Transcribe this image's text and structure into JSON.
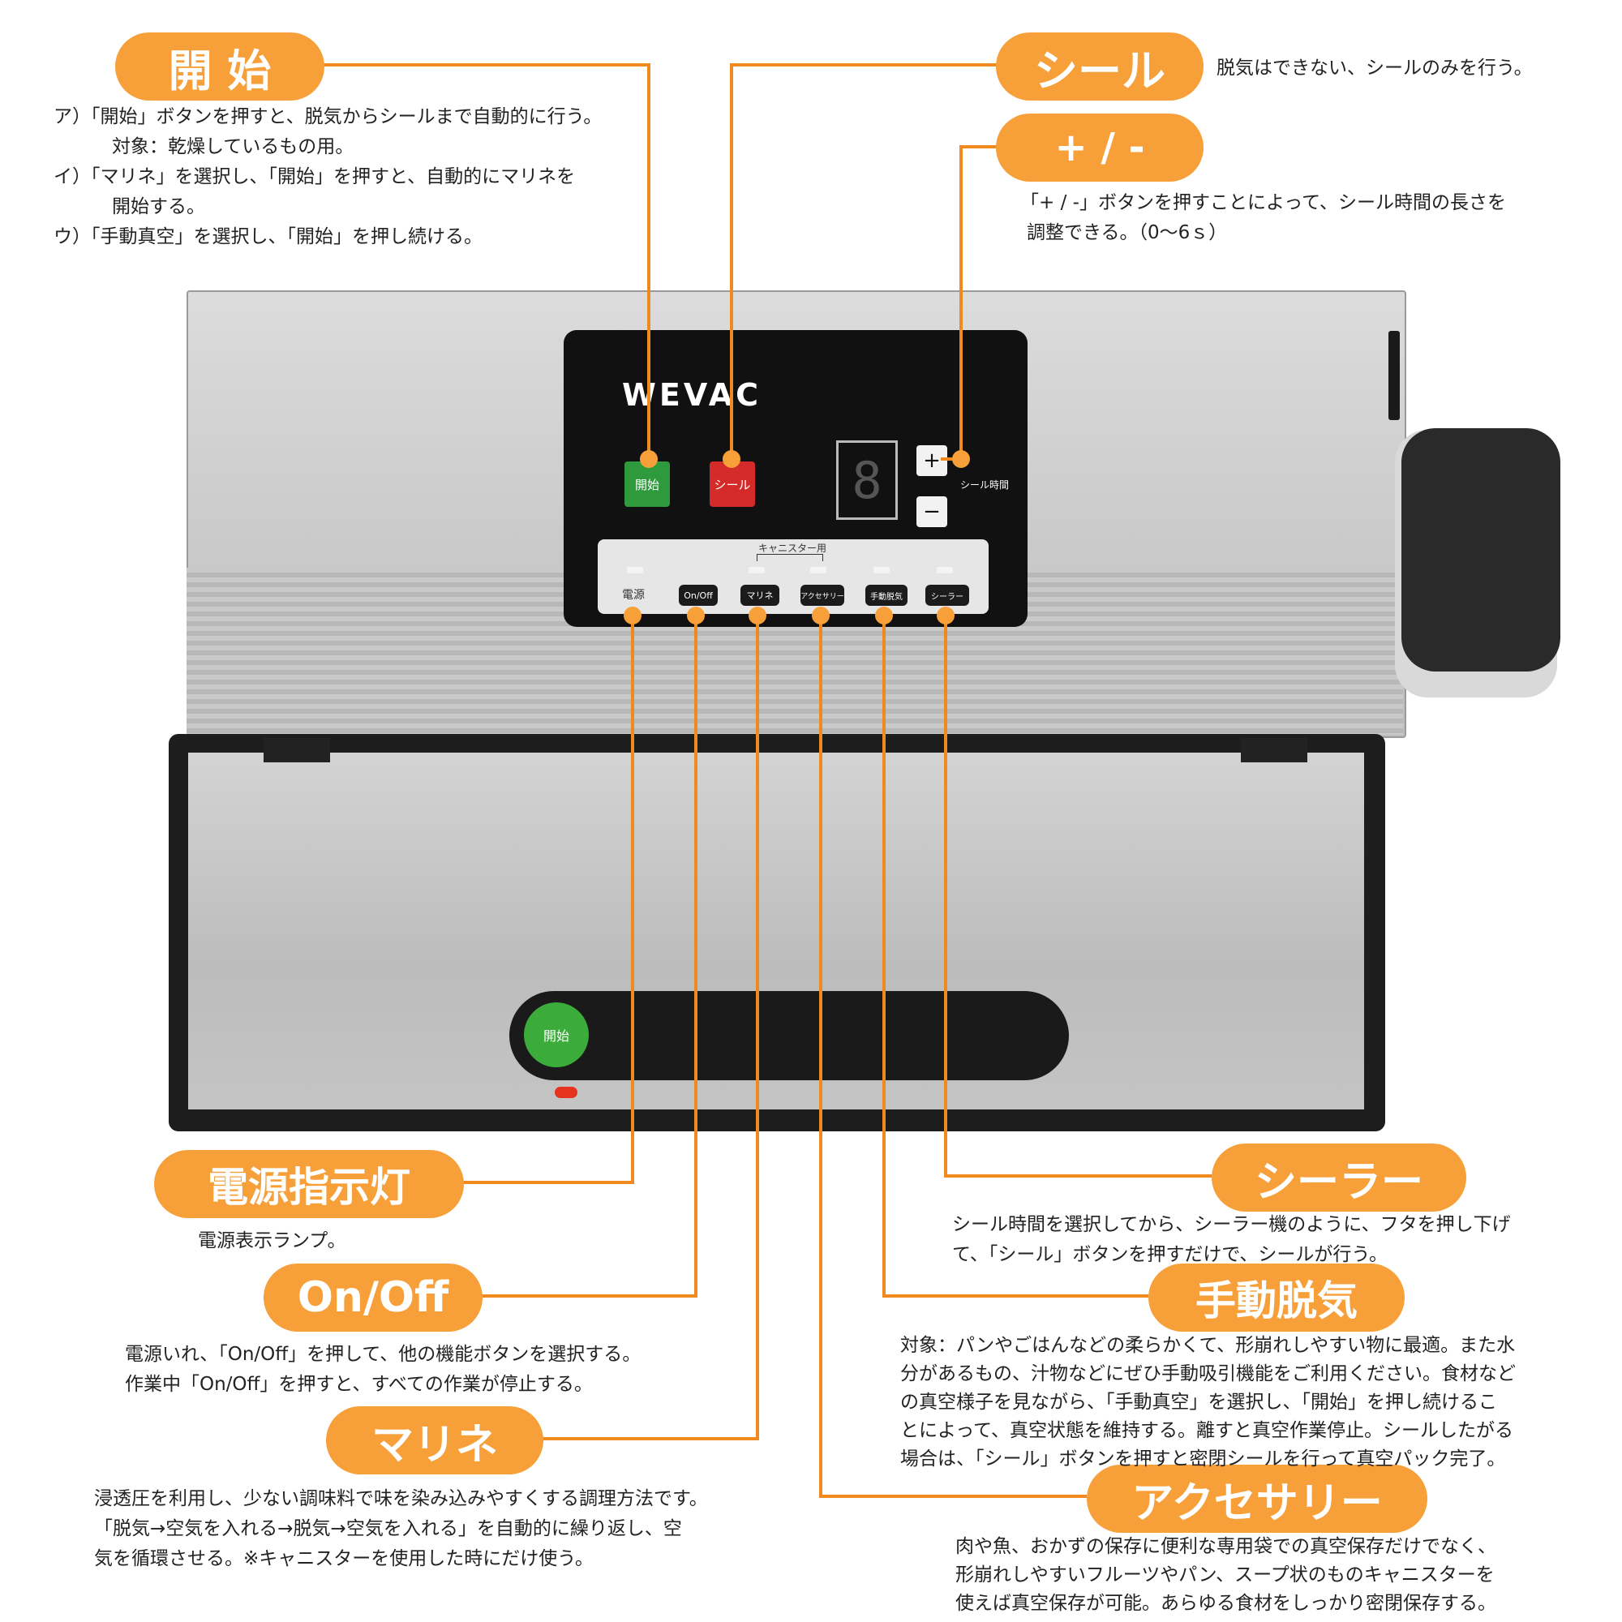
{
  "colors": {
    "accent": "#f7a03a",
    "start_button": "#2f9a3c",
    "seal_button": "#d42a2a",
    "panel": "#111111"
  },
  "labels": {
    "start": "開 始",
    "seal": "シール",
    "plus_minus": "+ / -",
    "power_lamp": "電源指示灯",
    "on_off": "On/Off",
    "marine": "マリネ",
    "sealer": "シーラー",
    "manual": "手動脱気",
    "accessory": "アクセサリー"
  },
  "descriptions": {
    "start": [
      "ア）「開始」ボタンを押すと、脱気からシールまで自動的に行う。",
      "対象：乾燥しているもの用。",
      "イ）「マリネ」を選択し、「開始」を押すと、自動的にマリネを",
      "開始する。",
      "ウ）「手動真空」を選択し、「開始」を押し続ける。"
    ],
    "seal": "脱気はできない、シールのみを行う。",
    "plus_minus": [
      "「+ / -」ボタンを押すことによって、シール時間の長さを",
      "調整できる。（0～6ｓ）"
    ],
    "power_lamp": "電源表示ランプ。",
    "on_off": [
      "電源いれ、「On/Off」を押して、他の機能ボタンを選択する。",
      "作業中「On/Off」を押すと、すべての作業が停止する。"
    ],
    "marine": [
      "浸透圧を利用し、少ない調味料で味を染み込みやすくする調理方法です。",
      "「脱気→空気を入れる→脱気→空気を入れる」を自動的に繰り返し、空",
      "気を循環させる。※キャニスターを使用した時にだけ使う。"
    ],
    "sealer": [
      "シール時間を選択してから、シーラー機のように、フタを押し下げ",
      "て、「シール」ボタンを押すだけで、シールが行う。"
    ],
    "manual": [
      "対象：パンやごはんなどの柔らかくて、形崩れしやすい物に最適。また水",
      "分があるもの、汁物などにぜひ手動吸引機能をご利用ください。食材など",
      "の真空様子を見ながら、「手動真空」を選択し、「開始」を押し続けるこ",
      "とによって、真空状態を維持する。離すと真空作業停止。シールしたがる",
      "場合は、「シール」ボタンを押すと密閉シールを行って真空パック完了。"
    ],
    "accessory": [
      "肉や魚、おかずの保存に便利な専用袋での真空保存だけでなく、",
      "形崩れしやすいフルーツやパン、スープ状のものキャニスターを",
      "使えば真空保存が可能。あらゆる食材をしっかり密閉保存する。"
    ]
  },
  "device": {
    "brand": "WEVAC",
    "start_btn": "開始",
    "seal_btn": "シール",
    "plus": "+",
    "minus": "−",
    "seal_time": "シール時間",
    "display": "8",
    "canister_label": "キャニスター用",
    "power": "電源",
    "chips": [
      "On/Off",
      "マリネ",
      "アクセサリー",
      "手動脱気",
      "シーラー"
    ],
    "handle_btn": "開始"
  }
}
